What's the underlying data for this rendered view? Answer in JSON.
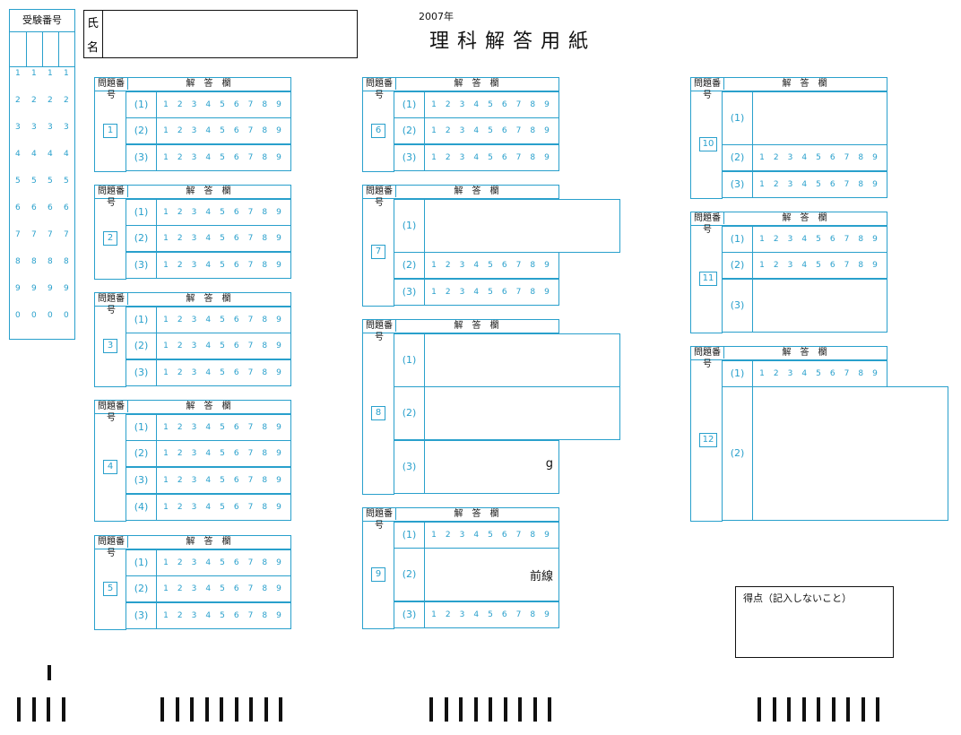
{
  "header": {
    "year": "2007年",
    "title": "理科解答用紙"
  },
  "name_box": {
    "label_1": "氏",
    "label_2": "名"
  },
  "exam_number": {
    "label": "受験番号",
    "digits": [
      "1",
      "2",
      "3",
      "4",
      "5",
      "6",
      "7",
      "8",
      "9",
      "0"
    ]
  },
  "table_labels": {
    "number": "問題番号",
    "answer": "解　答　欄"
  },
  "digits": [
    "1",
    "2",
    "3",
    "4",
    "5",
    "6",
    "7",
    "8",
    "9"
  ],
  "questions": [
    {
      "num": "1",
      "subs": [
        "(1)",
        "(2)",
        "(3)"
      ]
    },
    {
      "num": "2",
      "subs": [
        "(1)",
        "(2)",
        "(3)"
      ]
    },
    {
      "num": "3",
      "subs": [
        "(1)",
        "(2)",
        "(3)"
      ]
    },
    {
      "num": "4",
      "subs": [
        "(1)",
        "(2)",
        "(3)",
        "(4)"
      ]
    },
    {
      "num": "5",
      "subs": [
        "(1)",
        "(2)",
        "(3)"
      ]
    },
    {
      "num": "6",
      "subs": [
        "(1)",
        "(2)",
        "(3)"
      ]
    },
    {
      "num": "7",
      "subs": [
        "(1)",
        "(2)",
        "(3)"
      ]
    },
    {
      "num": "8",
      "subs": [
        "(1)",
        "(2)",
        "(3)"
      ],
      "unit_3": "g"
    },
    {
      "num": "9",
      "subs": [
        "(1)",
        "(2)",
        "(3)"
      ],
      "unit_2": "前線"
    },
    {
      "num": "10",
      "subs": [
        "(1)",
        "(2)",
        "(3)"
      ]
    },
    {
      "num": "11",
      "subs": [
        "(1)",
        "(2)",
        "(3)"
      ]
    },
    {
      "num": "12",
      "subs": [
        "(1)",
        "(2)"
      ]
    }
  ],
  "score_box": {
    "label": "得点（記入しないこと）"
  }
}
